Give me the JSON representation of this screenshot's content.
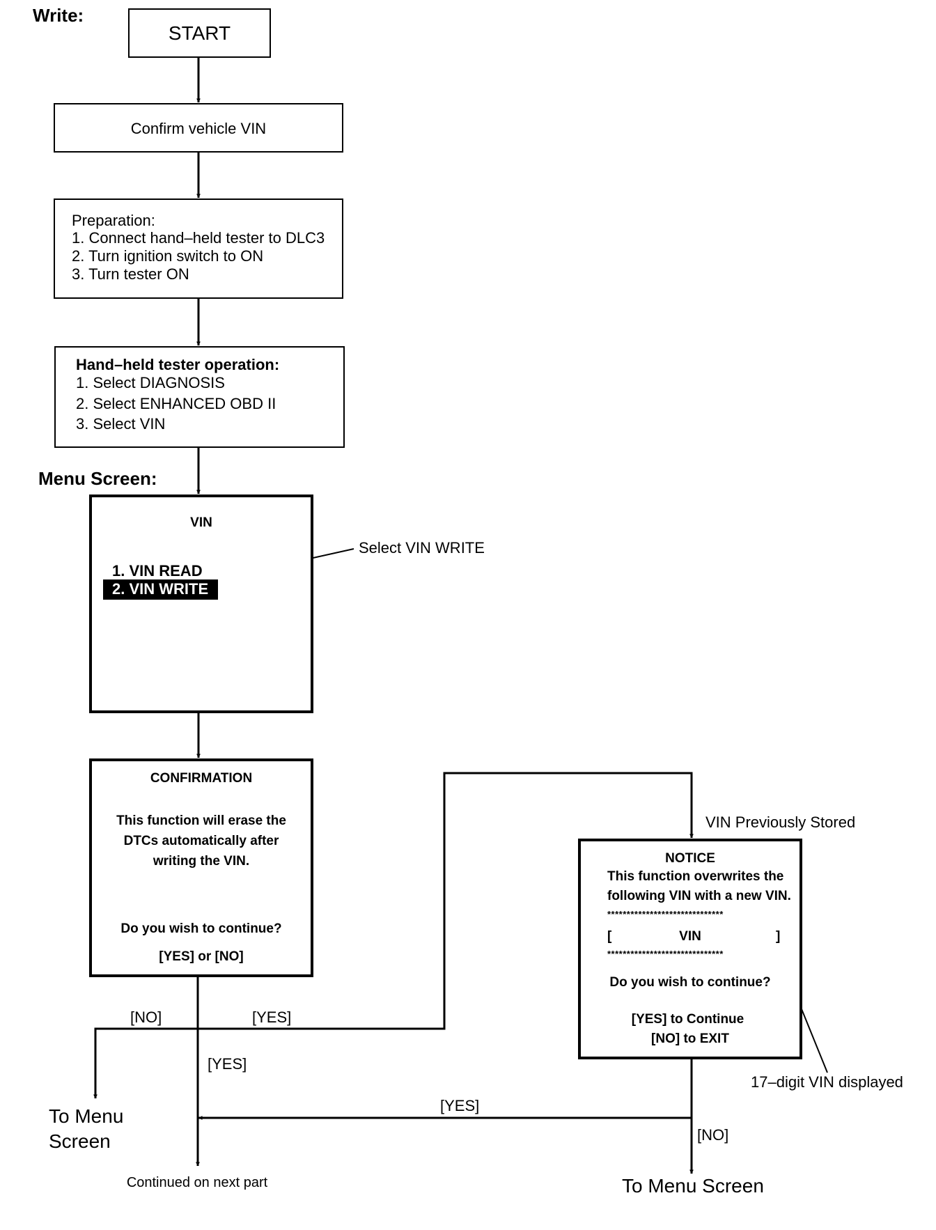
{
  "section_labels": {
    "write": "Write:",
    "menu_screen": "Menu Screen:"
  },
  "start": "START",
  "confirm_vin": "Confirm vehicle VIN",
  "preparation": {
    "title": "Preparation:",
    "steps": [
      "1. Connect hand–held tester to DLC3",
      "2. Turn ignition switch to ON",
      "3. Turn tester ON"
    ]
  },
  "tester_operation": {
    "title": "Hand–held tester operation:",
    "steps": [
      "1. Select DIAGNOSIS",
      "2. Select ENHANCED OBD II",
      "3. Select VIN"
    ]
  },
  "menu": {
    "title": "VIN",
    "items": [
      "1. VIN READ",
      "2. VIN WRITE"
    ],
    "selected_index": 1,
    "callout": "Select VIN WRITE"
  },
  "confirmation": {
    "title": "CONFIRMATION",
    "message": [
      "This function will erase the",
      "DTCs automatically after",
      "writing the VIN."
    ],
    "question": "Do you wish to continue?",
    "options": "[YES] or [NO]"
  },
  "notice": {
    "title": "NOTICE",
    "message": [
      "This function overwrites the",
      "following VIN with a new VIN."
    ],
    "stars": "******************************",
    "vin_open": "[",
    "vin_label": "VIN",
    "vin_close": "]",
    "question": "Do you wish to continue?",
    "yes_option": "[YES] to Continue",
    "no_option": "[NO] to EXIT",
    "callout": "17–digit VIN displayed"
  },
  "labels": {
    "vin_previously_stored": "VIN Previously Stored",
    "no_left": "[NO]",
    "yes_right": "[YES]",
    "yes_down": "[YES]",
    "yes_notice": "[YES]",
    "no_notice": "[NO]"
  },
  "outputs": {
    "to_menu_left": [
      "To Menu",
      "Screen"
    ],
    "continued": "Continued on next part",
    "to_menu_right": "To Menu Screen"
  }
}
